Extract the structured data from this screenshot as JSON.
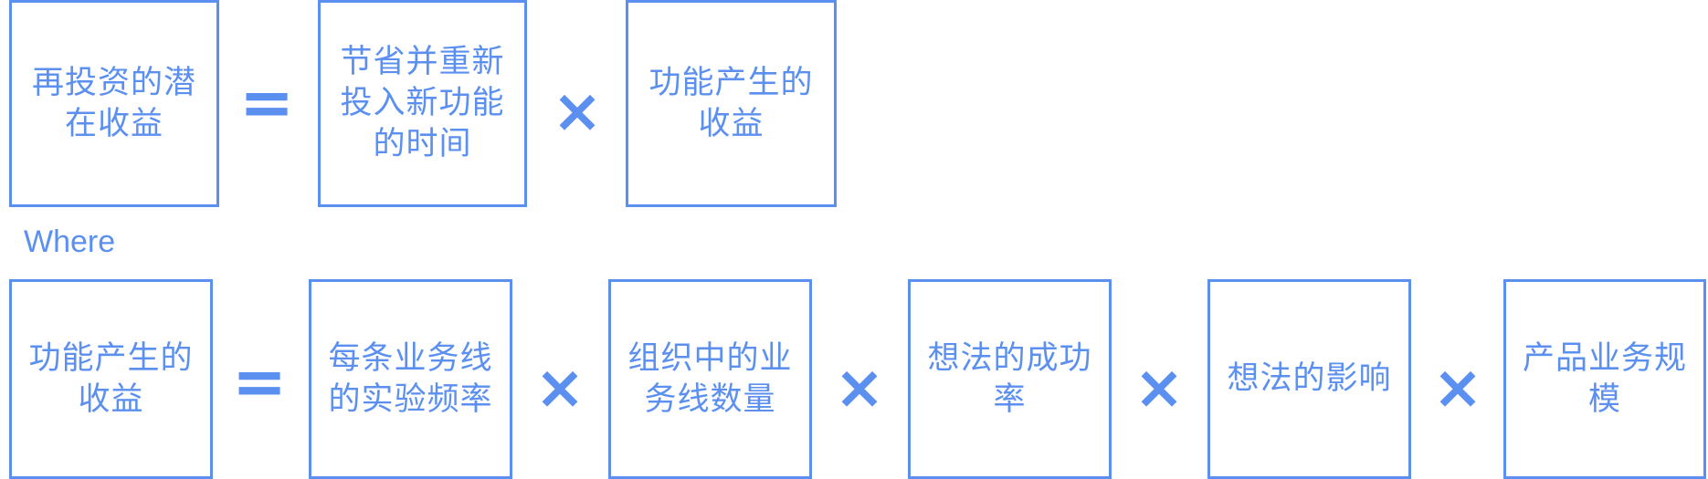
{
  "colors": {
    "accent": "#5b8ff0",
    "background": "#ffffff"
  },
  "top_equation": {
    "lhs": "再投资的潜\n在收益",
    "equals": "=",
    "term1": "节省并重新\n投入新功能\n的时间",
    "times": "×",
    "term2": "功能产生的\n收益"
  },
  "where_label": "Where",
  "bottom_equation": {
    "lhs": "功能产生的\n收益",
    "equals": "=",
    "terms": [
      "每条业务线\n的实验频率",
      "组织中的业\n务线数量",
      "想法的成功\n率",
      "想法的影响",
      "产品业务规\n模"
    ],
    "times": "×"
  }
}
